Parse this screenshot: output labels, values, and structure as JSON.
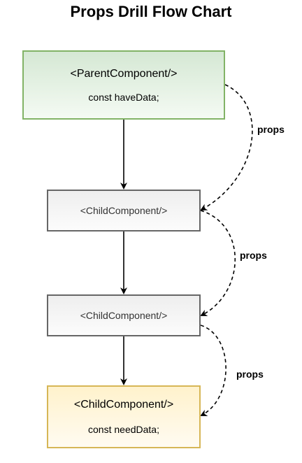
{
  "diagram": {
    "title": "Props Drill Flow Chart",
    "colors": {
      "parent_fill": "#d5e8d4",
      "parent_stroke": "#82b366",
      "child_fill": "#f5f5f5",
      "child_stroke": "#666666",
      "leaf_fill": "#fff2cc",
      "leaf_stroke": "#d6b656"
    },
    "nodes": {
      "parent": {
        "label": "<ParentComponent/>",
        "code": "const haveData;"
      },
      "child1": {
        "label": "<ChildComponent/>"
      },
      "child2": {
        "label": "<ChildComponent/>"
      },
      "leaf": {
        "label": "<ChildComponent/>",
        "code": "const needData;"
      }
    },
    "edges": [
      {
        "from": "parent",
        "to": "child1",
        "style": "solid"
      },
      {
        "from": "child1",
        "to": "child2",
        "style": "solid"
      },
      {
        "from": "child2",
        "to": "leaf",
        "style": "solid"
      },
      {
        "from": "parent",
        "to": "child1",
        "style": "dashed",
        "label": "props"
      },
      {
        "from": "child1",
        "to": "child2",
        "style": "dashed",
        "label": "props"
      },
      {
        "from": "child2",
        "to": "leaf",
        "style": "dashed",
        "label": "props"
      }
    ]
  }
}
